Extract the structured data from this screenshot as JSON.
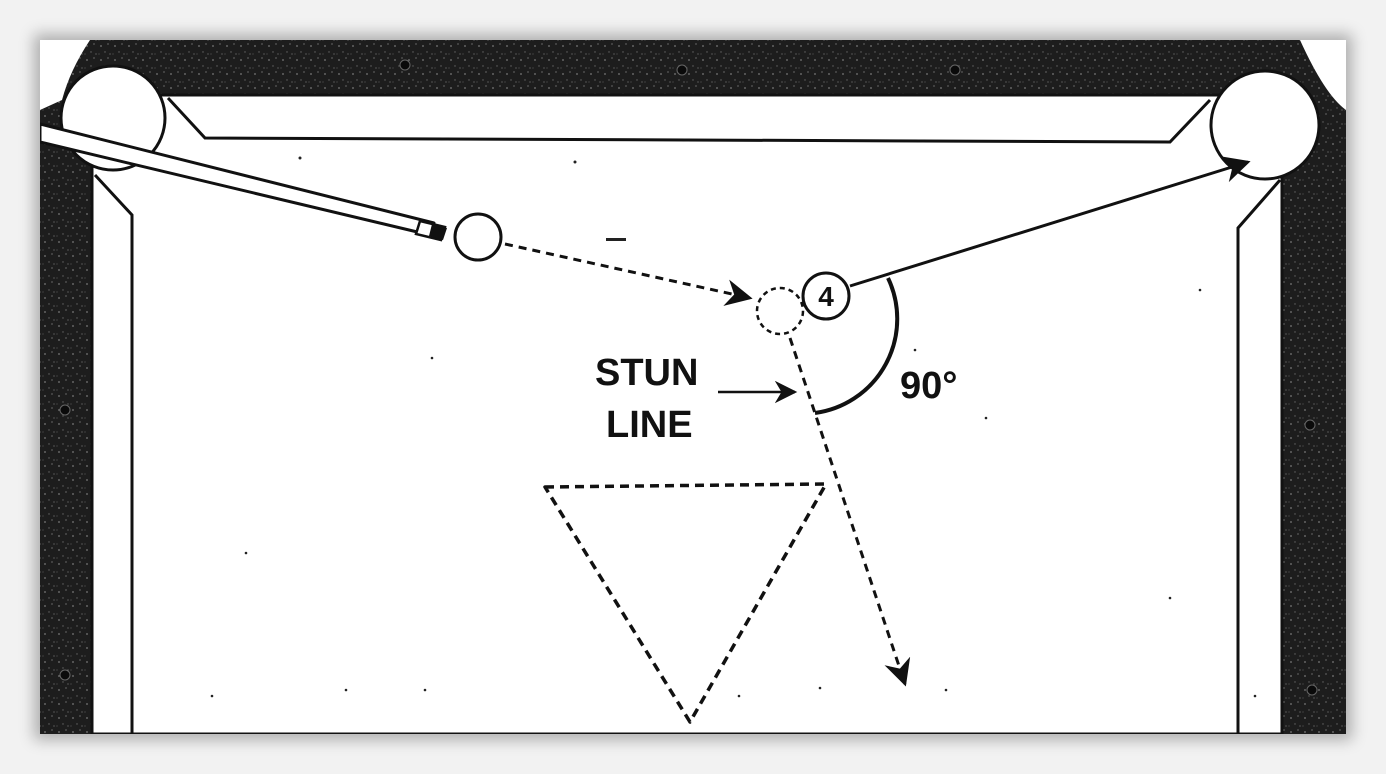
{
  "diagram": {
    "object_ball_number": "4",
    "stun_label_line1": "STUN",
    "stun_label_line2": "LINE",
    "angle_label": "90°"
  },
  "colors": {
    "rail_dark": "#1c1c1c",
    "ink": "#111111",
    "cloth": "#ffffff"
  },
  "icons": [
    "cue-stick-icon",
    "cue-ball-icon",
    "object-ball-icon",
    "ghost-ball-icon",
    "pocket-icon",
    "rack-triangle-icon",
    "arrowhead-icon"
  ]
}
